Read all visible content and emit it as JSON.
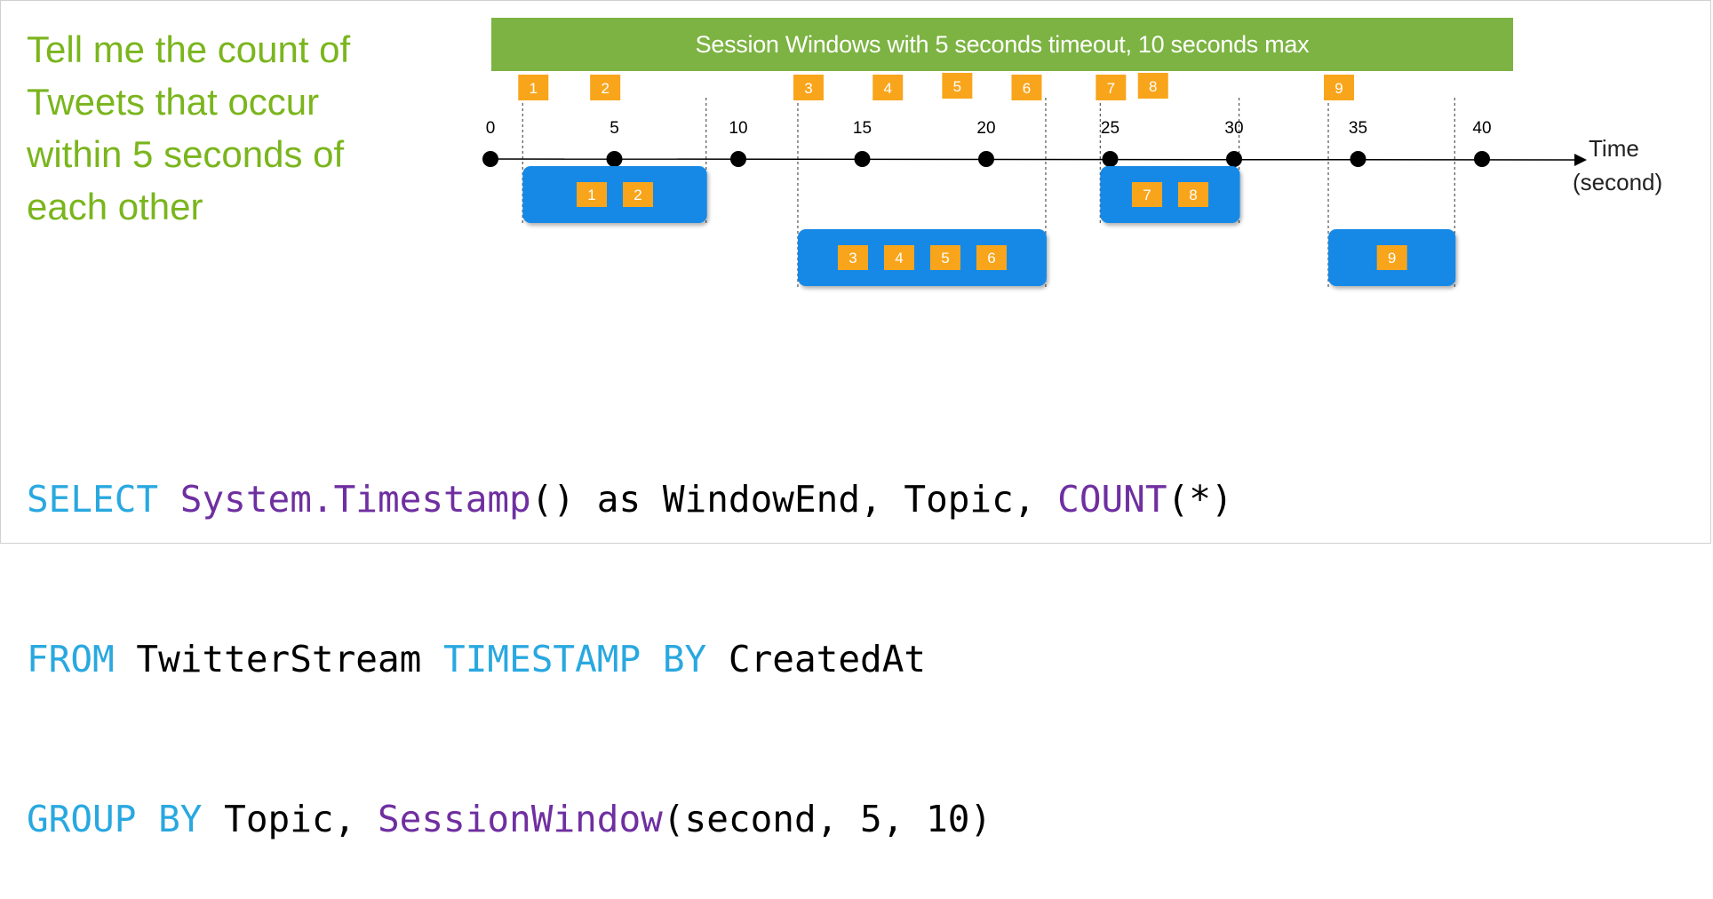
{
  "question": {
    "lines": [
      "Tell me the count of",
      "Tweets that occur",
      "within 5 seconds of",
      "each other"
    ]
  },
  "banner": {
    "title": "Session Windows with 5 seconds timeout, 10 seconds max"
  },
  "timeline": {
    "tick_labels": [
      "0",
      "5",
      "10",
      "15",
      "20",
      "25",
      "30",
      "35",
      "40"
    ],
    "axis_label_line1": "Time",
    "axis_label_line2": "(second)"
  },
  "events": [
    {
      "id": "1",
      "t": 1.3
    },
    {
      "id": "2",
      "t": 4.2
    },
    {
      "id": "3",
      "t": 12.4
    },
    {
      "id": "4",
      "t": 15.6
    },
    {
      "id": "5",
      "t": 18.4
    },
    {
      "id": "6",
      "t": 21.2
    },
    {
      "id": "7",
      "t": 24.6
    },
    {
      "id": "8",
      "t": 26.3
    },
    {
      "id": "9",
      "t": 33.8
    }
  ],
  "windows": [
    {
      "start": 1.3,
      "end": 8.7,
      "events": [
        "1",
        "2"
      ],
      "row": 1
    },
    {
      "start": 12.4,
      "end": 22.4,
      "events": [
        "3",
        "4",
        "5",
        "6"
      ],
      "row": 2
    },
    {
      "start": 24.6,
      "end": 30.2,
      "events": [
        "7",
        "8"
      ],
      "row": 1
    },
    {
      "start": 33.8,
      "end": 38.9,
      "events": [
        "9"
      ],
      "row": 2
    }
  ],
  "colors": {
    "banner": "#7cb342",
    "question": "#7ab51d",
    "badge": "#f8a51c",
    "window": "#1389e6",
    "keyword": "#29a8e0",
    "function": "#6f2fa0"
  },
  "code": {
    "lines": [
      [
        {
          "text": "SELECT",
          "kind": "kw"
        },
        {
          "text": " ",
          "kind": "plain"
        },
        {
          "text": "System.Timestamp",
          "kind": "fn"
        },
        {
          "text": "() as WindowEnd, Topic, ",
          "kind": "plain"
        },
        {
          "text": "COUNT",
          "kind": "fn"
        },
        {
          "text": "(*)",
          "kind": "plain"
        }
      ],
      [
        {
          "text": "FROM",
          "kind": "kw"
        },
        {
          "text": " TwitterStream ",
          "kind": "plain"
        },
        {
          "text": "TIMESTAMP BY",
          "kind": "kw"
        },
        {
          "text": " CreatedAt",
          "kind": "plain"
        }
      ],
      [
        {
          "text": "GROUP BY",
          "kind": "kw"
        },
        {
          "text": " Topic, ",
          "kind": "plain"
        },
        {
          "text": "SessionWindow",
          "kind": "fn"
        },
        {
          "text": "(second, 5, 10)",
          "kind": "plain"
        }
      ]
    ]
  }
}
